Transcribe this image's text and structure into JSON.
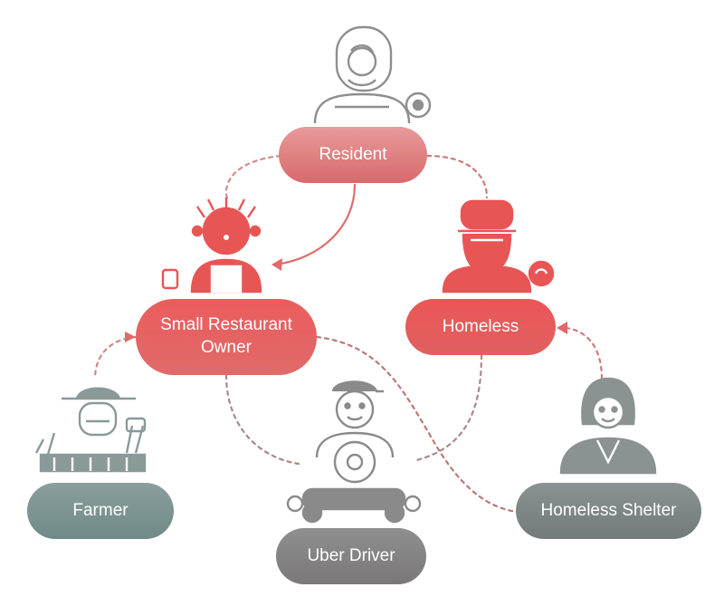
{
  "nodes": {
    "resident": {
      "label": "Resident",
      "icon": "resident-person-icon"
    },
    "small_restaurant_owner": {
      "line1": "Small Restaurant",
      "line2": "Owner",
      "icon": "restaurant-owner-icon"
    },
    "homeless": {
      "label": "Homeless",
      "icon": "homeless-person-icon"
    },
    "farmer": {
      "label": "Farmer",
      "icon": "farmer-icon"
    },
    "uber_driver": {
      "label": "Uber Driver",
      "icon": "uber-driver-icon"
    },
    "homeless_shelter": {
      "label": "Homeless Shelter",
      "icon": "shelter-worker-icon"
    }
  },
  "colors": {
    "red": "#e85555",
    "gray": "#7a7a7a",
    "teal_gray": "#6f8a88"
  }
}
